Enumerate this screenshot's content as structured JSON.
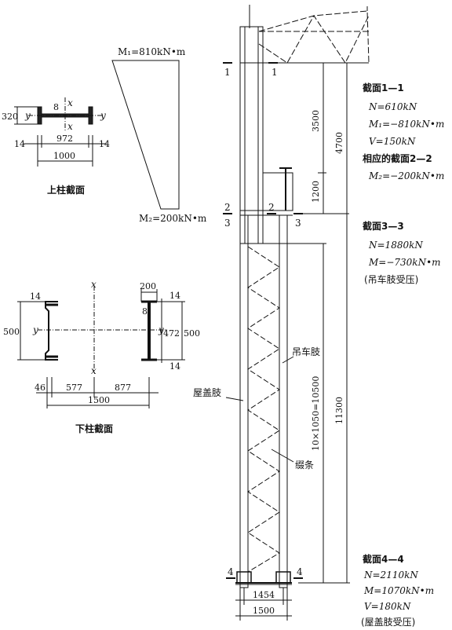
{
  "diagram": {
    "upper_section": {
      "title": "上柱截面",
      "dim_height": "320",
      "dim_web": "8",
      "dim_left_flange": "14",
      "dim_web_len": "972",
      "dim_right_flange": "14",
      "dim_total": "1000",
      "axis_y_left": "y",
      "axis_y_right": "y",
      "axis_x_top": "x",
      "axis_x_bottom": "x"
    },
    "moment_diagram": {
      "m1_label": "M₁=810kN•m",
      "m2_label": "M₂=200kN•m"
    },
    "lower_section": {
      "title": "下柱截面",
      "dim_left_flange": "14",
      "dim_left_height": "500",
      "dim_right_width": "200",
      "dim_right_flange_top": "14",
      "dim_right_web": "8",
      "dim_right_inner": "472",
      "dim_right_height": "500",
      "dim_right_flange_bottom": "14",
      "dim_offset": "46",
      "dim_left_dist": "577",
      "dim_right_dist": "877",
      "dim_total": "1500",
      "axis_y_left": "y",
      "axis_y_right": "y",
      "axis_x_top": "x",
      "axis_x_bottom": "x"
    },
    "column": {
      "sec1_left": "1",
      "sec1_right": "1",
      "sec2_left": "2",
      "sec2_right": "2",
      "sec3_left": "3",
      "sec3_right": "3",
      "sec4_left": "4",
      "sec4_right": "4",
      "dim_3500": "3500",
      "dim_1200": "1200",
      "dim_4700": "4700",
      "dim_panels": "10×1050=10500",
      "dim_11300": "11300",
      "dim_bottom_inner": "1454",
      "dim_bottom_total": "1500",
      "label_crane_leg": "吊车肢",
      "label_roof_leg": "屋盖肢",
      "label_lacing": "缀条"
    },
    "notes": {
      "s1_title": "截面1—1",
      "s1_n": "N=610kN",
      "s1_m": "M₁=−810kN•m",
      "s1_v": "V=150kN",
      "s2_title": "相应的截面2—2",
      "s2_m": "M₂=−200kN•m",
      "s3_title": "截面3—3",
      "s3_n": "N=1880kN",
      "s3_m": "M=−730kN•m",
      "s3_note": "(吊车肢受压)",
      "s4_title": "截面4—4",
      "s4_n": "N=2110kN",
      "s4_m": "M=1070kN•m",
      "s4_v": "V=180kN",
      "s4_note": "(屋盖肢受压)"
    }
  }
}
